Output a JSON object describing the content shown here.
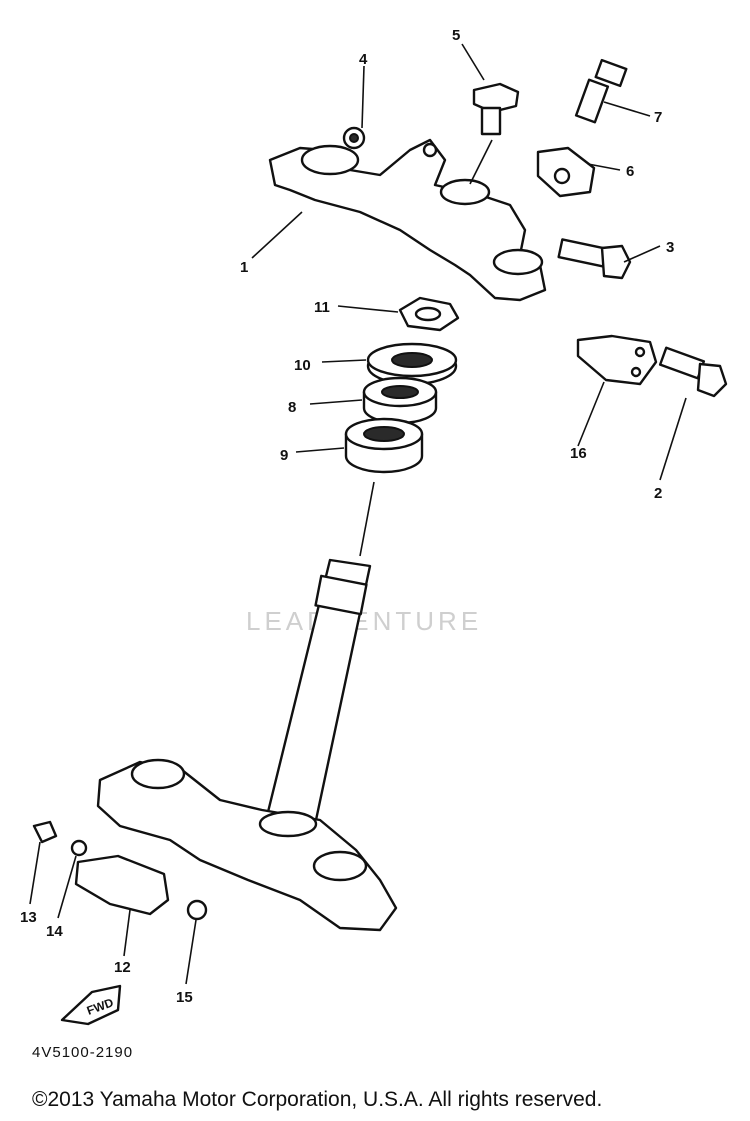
{
  "diagram": {
    "callouts": [
      {
        "id": "c1",
        "label": "1"
      },
      {
        "id": "c2",
        "label": "2"
      },
      {
        "id": "c3",
        "label": "3"
      },
      {
        "id": "c4",
        "label": "4"
      },
      {
        "id": "c5",
        "label": "5"
      },
      {
        "id": "c6",
        "label": "6"
      },
      {
        "id": "c7",
        "label": "7"
      },
      {
        "id": "c8",
        "label": "8"
      },
      {
        "id": "c9",
        "label": "9"
      },
      {
        "id": "c10",
        "label": "10"
      },
      {
        "id": "c11",
        "label": "11"
      },
      {
        "id": "c12",
        "label": "12"
      },
      {
        "id": "c13",
        "label": "13"
      },
      {
        "id": "c14",
        "label": "14"
      },
      {
        "id": "c15",
        "label": "15"
      },
      {
        "id": "c16",
        "label": "16"
      }
    ],
    "fwd_label": "FWD",
    "diagram_code": "4V5100-2190",
    "watermark": "LEADVENTURE",
    "copyright": "©2013 Yamaha Motor Corporation, U.S.A. All rights reserved."
  }
}
